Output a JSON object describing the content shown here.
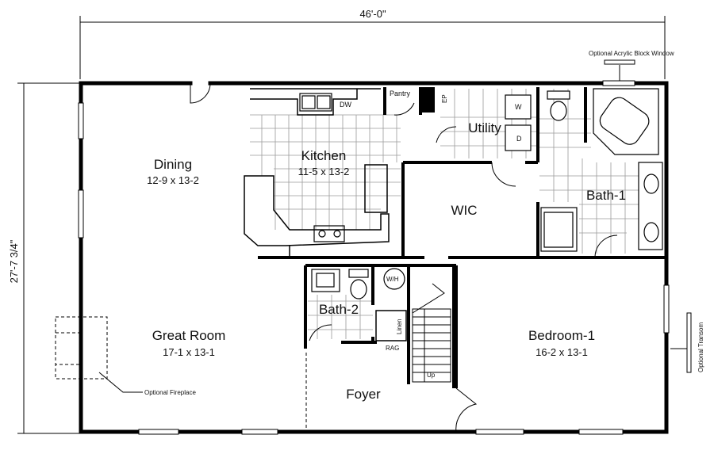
{
  "plan": {
    "overall_width": "46'-0\"",
    "overall_depth": "27'-7 3/4\""
  },
  "rooms": {
    "dining": {
      "name": "Dining",
      "size": "12-9 x 13-2"
    },
    "kitchen": {
      "name": "Kitchen",
      "size": "11-5 x 13-2"
    },
    "utility": {
      "name": "Utility"
    },
    "wic": {
      "name": "WIC"
    },
    "bath1": {
      "name": "Bath-1"
    },
    "bath2": {
      "name": "Bath-2"
    },
    "great_room": {
      "name": "Great Room",
      "size": "17-1 x 13-1"
    },
    "bedroom1": {
      "name": "Bedroom-1",
      "size": "16-2 x 13-1"
    },
    "foyer": {
      "name": "Foyer"
    }
  },
  "labels": {
    "pantry": "Pantry",
    "dw": "DW",
    "ep": "EP",
    "washer": "W",
    "dryer": "D",
    "water_heater": "W/H",
    "linen": "Linen",
    "rag": "RAG",
    "up": "Up",
    "optional_fireplace": "Optional Fireplace",
    "optional_block_window": "Optional Acrylic Block Window",
    "optional_transom": "Optional Transom"
  }
}
